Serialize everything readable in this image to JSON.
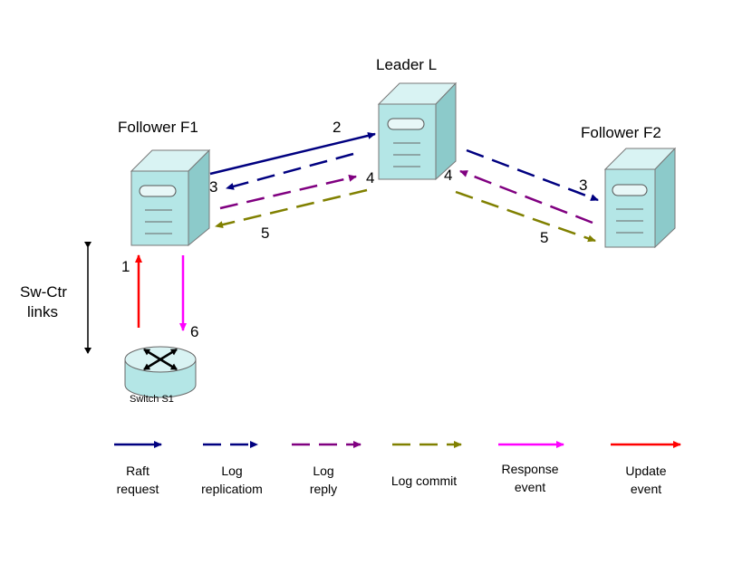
{
  "nodes": {
    "follower_f1": "Follower F1",
    "leader": "Leader L",
    "follower_f2": "Follower F2",
    "switch": "Switch S1"
  },
  "side_label": [
    "Sw-Ctr",
    "links"
  ],
  "step_labels": {
    "raft_request": "2",
    "log_replication_f1": "3",
    "log_replication_f2": "3",
    "log_reply_f1": "4",
    "log_reply_f2": "4",
    "log_commit_f1": "5",
    "log_commit_f2": "5",
    "update_event": "1",
    "response_event": "6"
  },
  "legend": [
    {
      "line1": "Raft",
      "line2": "request",
      "color": "#000080",
      "dashed": false
    },
    {
      "line1": "Log",
      "line2": "replicatiom",
      "color": "#000080",
      "dashed": true
    },
    {
      "line1": "Log",
      "line2": "reply",
      "color": "#800080",
      "dashed": true
    },
    {
      "line1": "Log commit",
      "line2": "",
      "color": "#808000",
      "dashed": true
    },
    {
      "line1": "Response",
      "line2": "event",
      "color": "#ff00ff",
      "dashed": false
    },
    {
      "line1": "Update",
      "line2": "event",
      "color": "#ff0000",
      "dashed": false
    }
  ],
  "colors": {
    "raft": "#000080",
    "reply": "#800080",
    "commit": "#808000",
    "response": "#ff00ff",
    "update": "#ff0000",
    "server": "#b4e6e6"
  }
}
